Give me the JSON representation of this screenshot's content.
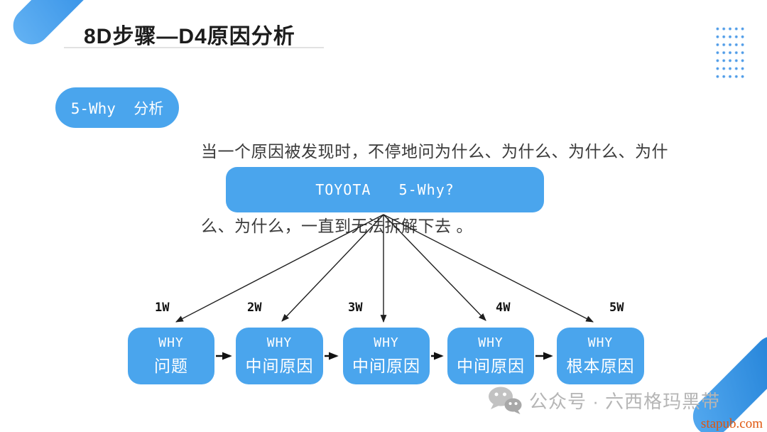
{
  "slide": {
    "title": "8D步骤—D4原因分析",
    "tag": {
      "label": "5-Why  分析"
    },
    "description": {
      "line1": "当一个原因被发现时，不停地问为什么、为什么、为什么、为什",
      "line2": "么、为什么，一直到无法拆解下去 。"
    },
    "diagram": {
      "top_box_label": "TOYOTA   5-Why?",
      "steps": [
        {
          "tag": "1W",
          "title": "WHY",
          "subtitle": "问题"
        },
        {
          "tag": "2W",
          "title": "WHY",
          "subtitle": "中间原因"
        },
        {
          "tag": "3W",
          "title": "WHY",
          "subtitle": "中间原因"
        },
        {
          "tag": "4W",
          "title": "WHY",
          "subtitle": "中间原因"
        },
        {
          "tag": "5W",
          "title": "WHY",
          "subtitle": "根本原因"
        }
      ]
    },
    "footer": {
      "watermark_text": "公众号 · 六西格玛黑带",
      "site": "stapub.com"
    },
    "colors": {
      "accent_blue": "#4aa5ed",
      "corner_gradient_light": "#63b2f3",
      "corner_gradient_dark": "#1b7cd4",
      "arrow_black": "#1f1f1f",
      "watermark_gray": "#b5b5b5",
      "site_orange": "#e0560e",
      "dots_blue": "#4f9ce8"
    },
    "icons": {
      "wechat": "wechat-icon",
      "dots": "dots-pattern"
    }
  }
}
